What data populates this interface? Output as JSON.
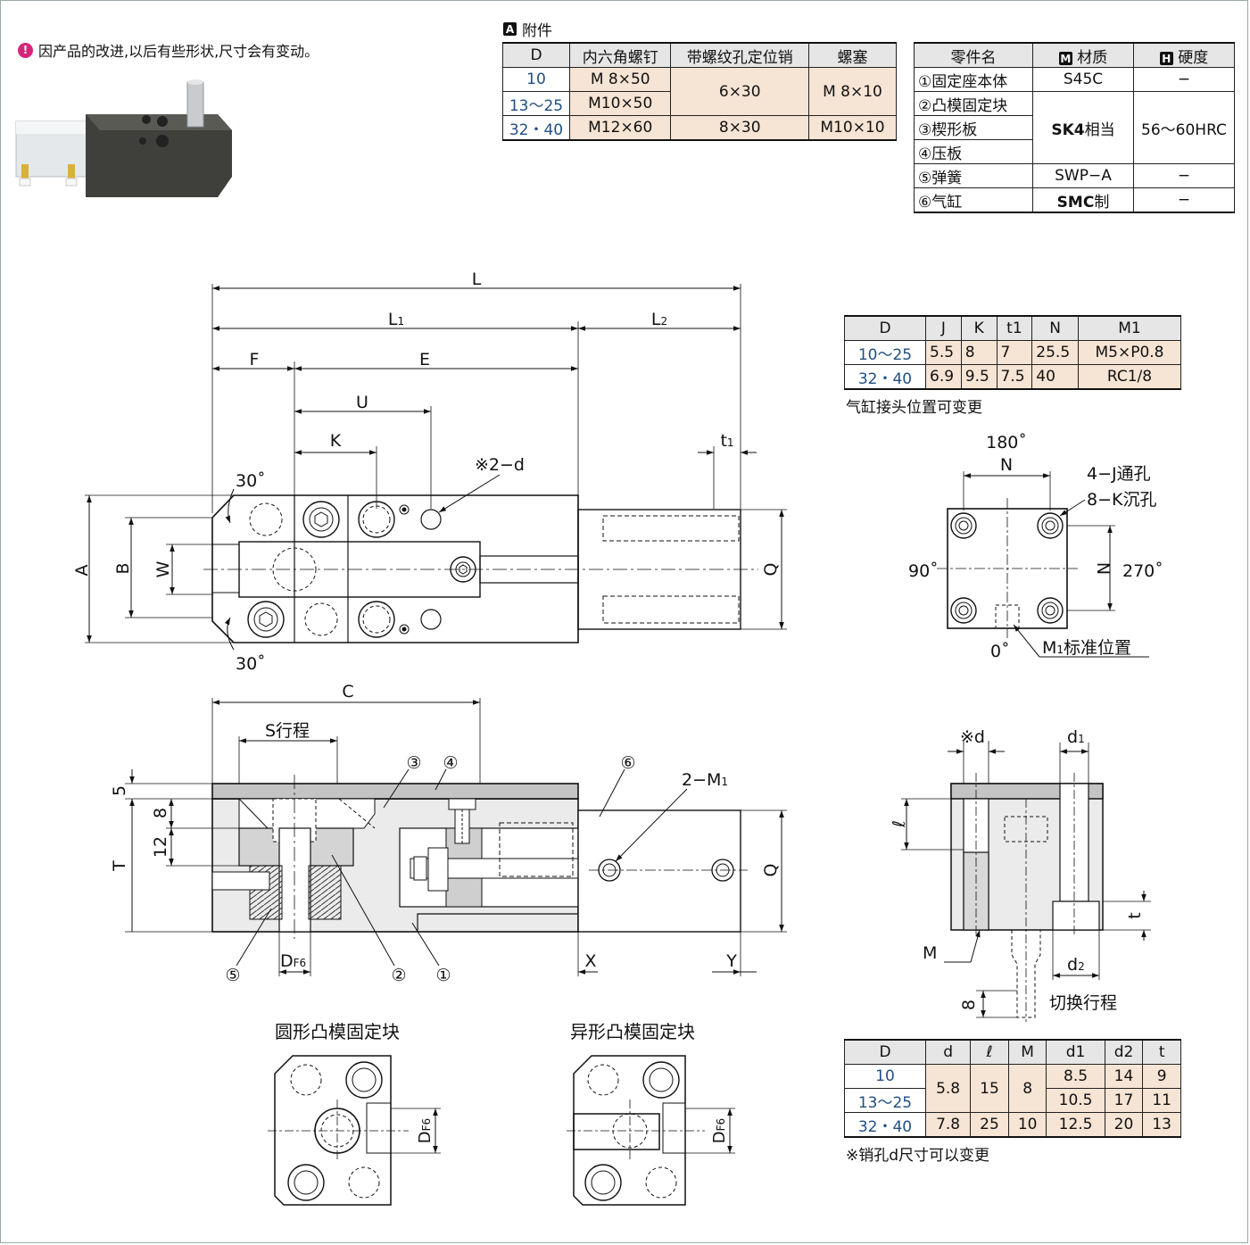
{
  "notice": "因产品的改进,以后有些形状,尺寸会有变动。",
  "accessories": {
    "badge": "A",
    "title": "附件",
    "headers": [
      "D",
      "内六角螺钉",
      "带螺纹孔定位销",
      "螺塞"
    ],
    "rows": [
      {
        "d": "10",
        "screw": "M 8×50"
      },
      {
        "d": "13～25",
        "screw": "M10×50"
      },
      {
        "d": "32・40",
        "screw": "M12×60"
      }
    ],
    "pin_small": "6×30",
    "pin_large": "8×30",
    "plug_small": "M 8×10",
    "plug_large": "M10×10"
  },
  "parts": {
    "headers": [
      "零件名",
      "材质",
      "硬度"
    ],
    "header_badges": [
      "",
      "M",
      "H"
    ],
    "rows": [
      "①固定座本体",
      "②凸模固定块",
      "③楔形板",
      "④压板",
      "⑤弹簧",
      "⑥气缸"
    ],
    "mat_s45c": "S45C",
    "mat_sk4": "SK4",
    "mat_sk4_suffix": "相当",
    "mat_swp": "SWP−A",
    "mat_smc": "SMC",
    "mat_smc_suffix": "制",
    "hard_dash": "−",
    "hard_sk4": "56～60HRC"
  },
  "table_jk": {
    "headers": [
      "D",
      "J",
      "K",
      "t1",
      "N",
      "M1"
    ],
    "rows": [
      [
        "10～25",
        "5.5",
        "8",
        "7",
        "25.5",
        "M5×P0.8"
      ],
      [
        "32・40",
        "6.9",
        "9.5",
        "7.5",
        "40",
        "RC1/8"
      ]
    ],
    "note": "气缸接头位置可变更"
  },
  "table_d": {
    "headers": [
      "D",
      "d",
      "ℓ",
      "M",
      "d1",
      "d2",
      "t"
    ],
    "d_vals": [
      "10",
      "13～25",
      "32・40"
    ],
    "d_small": "5.8",
    "l_small": "15",
    "m_small": "8",
    "d1_vals": [
      "8.5",
      "10.5",
      "12.5"
    ],
    "d2_vals": [
      "14",
      "17",
      "20"
    ],
    "t_vals": [
      "9",
      "11",
      "13"
    ],
    "d_large": "7.8",
    "l_large": "25",
    "m_large": "10",
    "note": "※销孔d尺寸可以变更"
  },
  "top_view": {
    "L": "L",
    "L1": "L",
    "L1_sub": "1",
    "L2": "L",
    "L2_sub": "2",
    "F": "F",
    "E": "E",
    "U": "U",
    "K": "K",
    "t1": "t",
    "t1_sub": "1",
    "hole": "※2−d",
    "angle": "30˚",
    "A": "A",
    "B": "B",
    "W": "W",
    "Q": "Q"
  },
  "side_view": {
    "C": "C",
    "S": "S行程",
    "c3": "③",
    "c4": "④",
    "c6": "⑥",
    "c5": "⑤",
    "c2": "②",
    "c1": "①",
    "M1": "2−M",
    "M1_sub": "1",
    "five": "5",
    "eight": "8",
    "twelve": "12",
    "T": "T",
    "Q": "Q",
    "D": "D",
    "D_sub": "F6",
    "X": "X",
    "Y": "Y"
  },
  "end_view": {
    "a180": "180˚",
    "a90": "90˚",
    "a270": "270˚",
    "a0": "0˚",
    "N": "N",
    "J": "4−J通孔",
    "K": "8−K沉孔",
    "M1": "M",
    "M1_sub": "1",
    "M1_suffix": "标准位置"
  },
  "pin_view": {
    "d": "※d",
    "d1": "d",
    "d1_sub": "1",
    "l": "ℓ",
    "M": "M",
    "d2": "d",
    "d2_sub": "2",
    "t": "t",
    "eight": "8",
    "switch": "切换行程"
  },
  "bottom": {
    "round_title": "圆形凸模固定块",
    "shaped_title": "异形凸模固定块",
    "D": "D",
    "D_sub": "F6"
  }
}
